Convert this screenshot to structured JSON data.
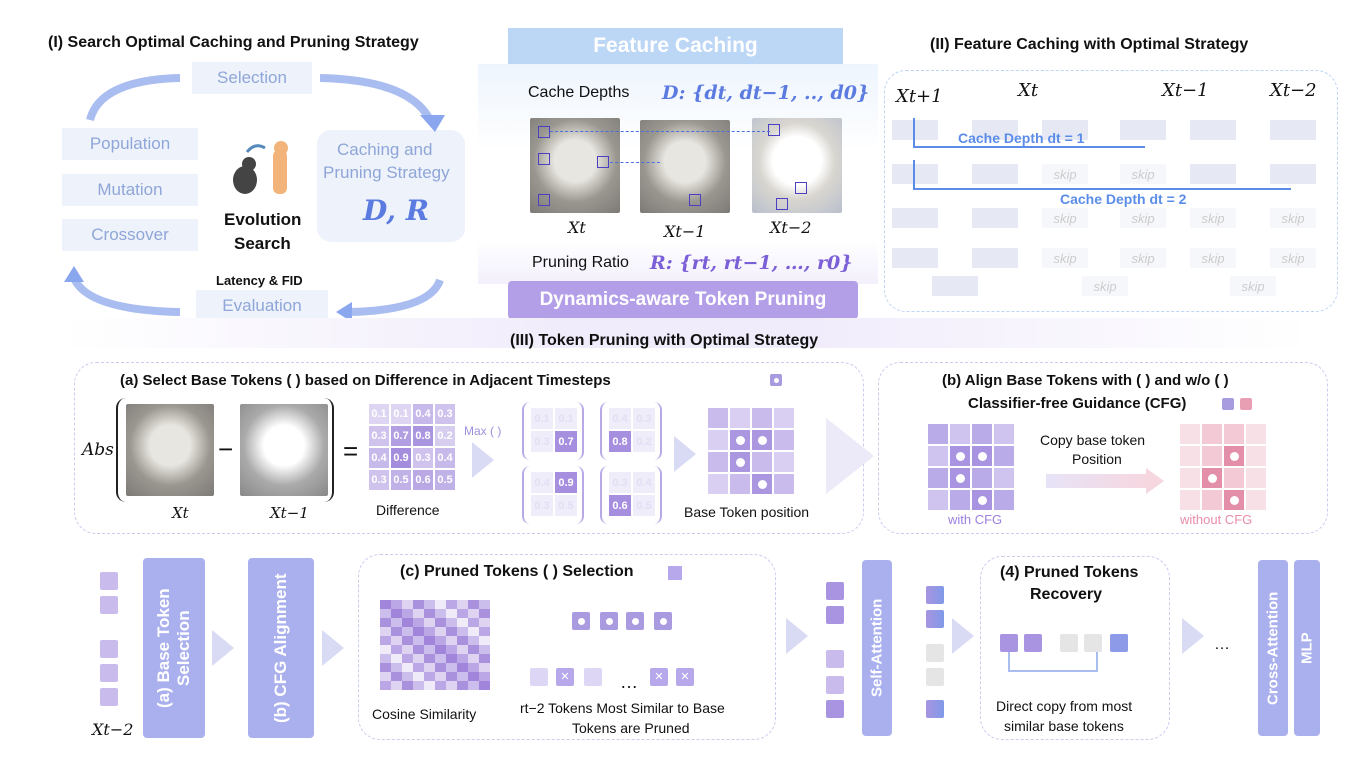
{
  "section1": {
    "title": "(I) Search Optimal Caching and Pruning Strategy",
    "selection": "Selection",
    "population": "Population",
    "mutation": "Mutation",
    "crossover": "Crossover",
    "evolution": "Evolution",
    "search": "Search",
    "latency": "Latency & FID",
    "evaluation": "Evaluation",
    "strategy_line1": "Caching and",
    "strategy_line2": "Pruning Strategy",
    "strategy_vars": "D, R"
  },
  "feature_caching": {
    "banner": "Feature Caching",
    "cache_depths_label": "Cache Depths",
    "cache_depths_expr": "D: {dt, dt−1, .., d0}",
    "img_labels": [
      "Xt",
      "Xt−1",
      "Xt−2"
    ],
    "pruning_ratio_label": "Pruning Ratio",
    "pruning_ratio_expr": "R: {rt, rt−1, …, r0}",
    "token_banner": "Dynamics-aware Token Pruning"
  },
  "section2": {
    "title": "(II) Feature Caching with Optimal Strategy",
    "x_labels": [
      "Xt+1",
      "Xt",
      "Xt−1",
      "Xt−2"
    ],
    "depth1": "Cache Depth dt = 1",
    "depth2": "Cache Depth  dt = 2",
    "skip": "skip"
  },
  "section3": {
    "title": "(III) Token Pruning with Optimal Strategy"
  },
  "panel_a": {
    "title": "(a) Select Base Tokens (   ) based on Difference in Adjacent Timesteps",
    "abs": "Abs",
    "minus": "−",
    "equals": "=",
    "x1": "Xt",
    "x2": "Xt−1",
    "difference_label": "Difference",
    "max_label": "Max (  )",
    "base_label": "Base Token position",
    "difference": [
      [
        0.1,
        0.1,
        0.4,
        0.3
      ],
      [
        0.3,
        0.7,
        0.8,
        0.2
      ],
      [
        0.4,
        0.9,
        0.3,
        0.4
      ],
      [
        0.3,
        0.5,
        0.6,
        0.5
      ]
    ],
    "base_positions": [
      [
        1,
        1
      ],
      [
        1,
        2
      ],
      [
        2,
        1
      ],
      [
        3,
        2
      ]
    ]
  },
  "panel_b": {
    "title_line1": "(b) Align Base Tokens with (   ) and w/o (   )",
    "title_line2": "Classifier-free Guidance (CFG)",
    "copy_line1": "Copy base token",
    "copy_line2": "Position",
    "with": "with CFG",
    "without": "without CFG"
  },
  "bottom": {
    "x_label": "Xt−2",
    "base_sel": "(a) Base Token Selection",
    "cfg_align": "(b) CFG Alignment",
    "pruned_title": "(c) Pruned Tokens (    ) Selection",
    "cosine": "Cosine Similarity",
    "pruned_caption1": "rt−2 Tokens Most Similar to Base",
    "pruned_caption2": "Tokens are Pruned",
    "ellipsis": "…",
    "self_attn": "Self-Attention",
    "recovery_title1": "(4) Pruned Tokens",
    "recovery_title2": "Recovery",
    "recovery_caption1": "Direct copy from most",
    "recovery_caption2": "similar base tokens",
    "cross_attn": "Cross-Attention",
    "mlp": "MLP"
  },
  "colors": {
    "accent": "#7b6fd6",
    "blue": "#5b8de8",
    "pink": "#e88fa8"
  }
}
